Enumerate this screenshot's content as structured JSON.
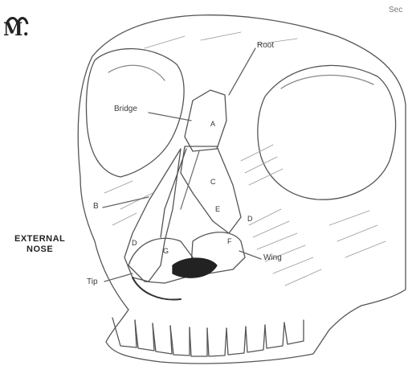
{
  "corner_text": "Sec",
  "logo_text": "M.",
  "labels": {
    "root": "Root",
    "bridge": "Bridge",
    "b": "B",
    "tip": "Tip",
    "wing": "Wing",
    "external_nose_line1": "EXTERNAL",
    "external_nose_line2": "NOSE"
  },
  "region_letters": {
    "a": "A",
    "c": "C",
    "d_left": "D",
    "d_right": "D",
    "e": "E",
    "g": "G",
    "f": "F"
  },
  "colors": {
    "ink": "#3a3a3a",
    "paper": "#ffffff"
  }
}
